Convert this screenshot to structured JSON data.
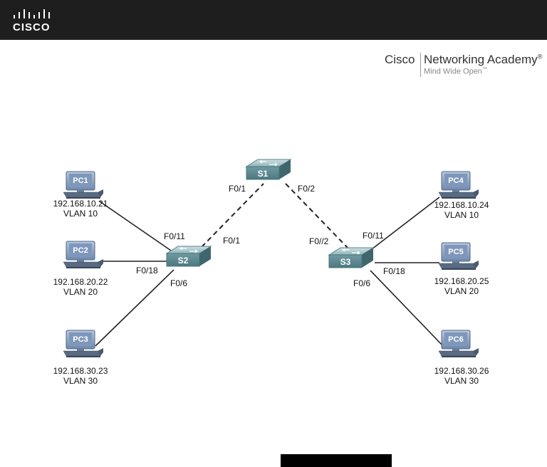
{
  "header": {
    "logo_text": "CISCO",
    "brand": "Cisco",
    "academy": "Networking Academy",
    "registered": "®",
    "tagline": "Mind Wide Open",
    "trademark": "™"
  },
  "colors": {
    "header_bg": "#1e1e1e",
    "device_teal": "#5f8e96",
    "monitor_blue": "#8fa7c7"
  },
  "switches": [
    {
      "name": "S1"
    },
    {
      "name": "S2"
    },
    {
      "name": "S3"
    }
  ],
  "pcs": [
    {
      "name": "PC1",
      "ip": "192.168.10.21",
      "vlan": "VLAN 10"
    },
    {
      "name": "PC2",
      "ip": "192.168.20.22",
      "vlan": "VLAN 20"
    },
    {
      "name": "PC3",
      "ip": "192.168.30.23",
      "vlan": "VLAN 30"
    },
    {
      "name": "PC4",
      "ip": "192.168.10.24",
      "vlan": "VLAN 10"
    },
    {
      "name": "PC5",
      "ip": "192.168.20.25",
      "vlan": "VLAN 20"
    },
    {
      "name": "PC6",
      "ip": "192.168.30.26",
      "vlan": "VLAN 30"
    }
  ],
  "ports": {
    "s1_to_s2": "F0/1",
    "s1_to_s3": "F0/2",
    "s2_to_s1": "F0/1",
    "s3_to_s1": "F0//2",
    "s2_pc1": "F0/11",
    "s2_pc2": "F0/18",
    "s2_pc3": "F0/6",
    "s3_pc4": "F0/11",
    "s3_pc5": "F0/18",
    "s3_pc6": "F0/6"
  }
}
